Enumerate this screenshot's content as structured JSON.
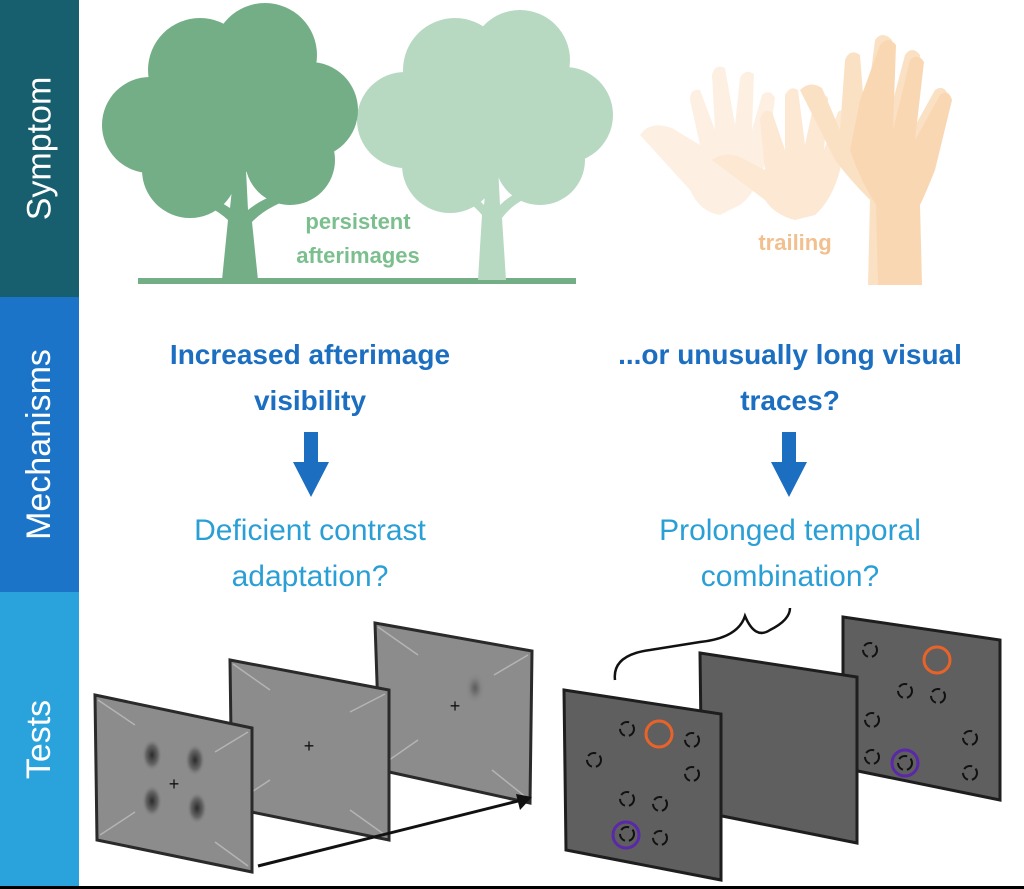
{
  "bands": {
    "symptom": "Symptom",
    "mechanisms": "Mechanisms",
    "tests": "Tests"
  },
  "symptoms": {
    "left_label_line1": "persistent",
    "left_label_line2": "afterimages",
    "right_label": "trailing"
  },
  "mechanisms": {
    "left_line1": "Increased afterimage",
    "left_line2": "visibility",
    "right_line1": "...or unusually long visual",
    "right_line2": "traces?"
  },
  "tests": {
    "left_line1": "Deficient contrast",
    "left_line2": "adaptation?",
    "right_line1": "Prolonged temporal",
    "right_line2": "combination?"
  },
  "colors": {
    "symptom_band": "#175f6f",
    "mechanisms_band": "#1b74c8",
    "tests_band": "#2aa2dc",
    "tree_dark": "#74ae86",
    "tree_light": "#b7d9c2",
    "hand": "#fbe1c4",
    "arrow": "#1b6ec0",
    "circle_orange": "#e8632a",
    "circle_purple": "#5a28a8"
  }
}
